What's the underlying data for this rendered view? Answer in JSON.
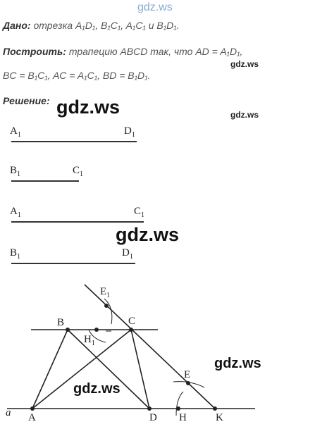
{
  "watermark_top": "gdz.ws",
  "given": {
    "label": "Дано:",
    "text": " отрезка A₁D₁, B₁C₁, A₁C₁ и B₁D₁."
  },
  "construct": {
    "label": "Построить:",
    "text": " трапецию ABCD так, что AD = A₁D₁,"
  },
  "construct_line2": "BC = B₁C₁, AC = A₁C₁, BD = B₁D₁.",
  "watermark_small_1": "gdz.ws",
  "solution_label": "Решение:",
  "watermark_big": "gdz.ws",
  "watermark_small_2": "gdz.ws",
  "segments": [
    {
      "left": "A",
      "right": "D"
    },
    {
      "left": "B",
      "right": "C"
    },
    {
      "left": "A",
      "right": "C"
    },
    {
      "left": "B",
      "right": "D"
    }
  ],
  "subscript": "1",
  "watermark_center": "gdz.ws",
  "figure": {
    "points": {
      "E1": "E",
      "B": "B",
      "C": "C",
      "H1": "H",
      "E": "E",
      "A": "A",
      "D": "D",
      "H": "H",
      "K": "K",
      "a": "a"
    },
    "watermark_left": "gdz.ws",
    "watermark_right": "gdz.ws"
  }
}
